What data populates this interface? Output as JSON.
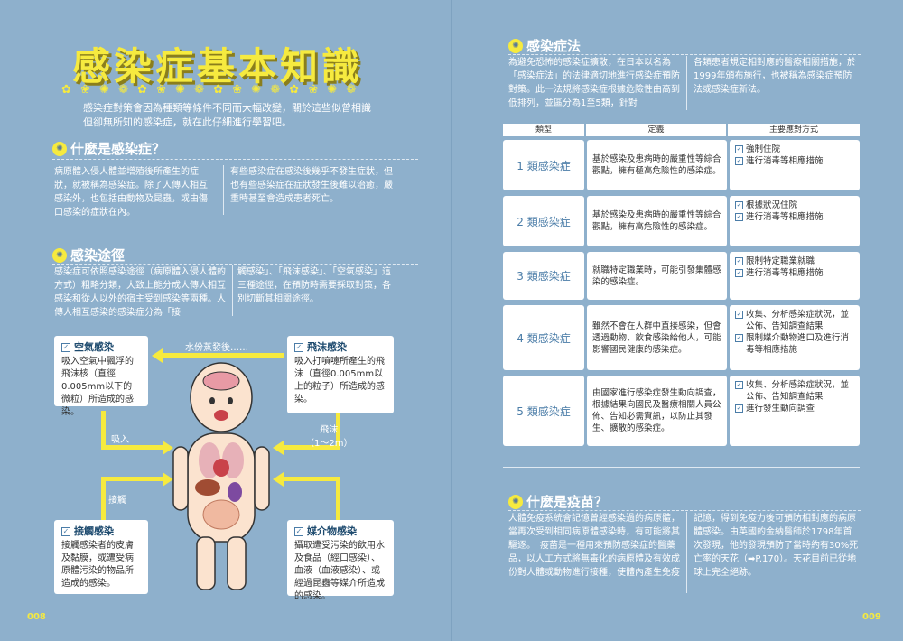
{
  "left": {
    "title": "感染症基本知識",
    "germ_strip": "✿ ❀ ✺ ❁ ✿ ❀ ✺ ❁ ✿ ❀ ✺ ❁ ✿ ❀ ✺ ❁",
    "intro": "感染症對策會因為種類等條件不同而大幅改變，關於這些似曾相識但卻無所知的感染症，就在此仔細進行學習吧。",
    "sec1": {
      "heading": "什麼是感染症？",
      "col1": "病原體入侵人體並增殖後所產生的症狀，就被稱為感染症。除了人傳人相互感染外，也包括由動物及昆蟲，或由傷口感染的症狀在內。",
      "col2": "有些感染症在感染後幾乎不發生症狀，但也有些感染症在症狀發生後難以治癒，嚴重時甚至會造成患者死亡。"
    },
    "sec2": {
      "heading": "感染途徑",
      "col1": "感染症可依照感染途徑（病原體入侵人體的方式）粗略分類，大致上能分成人傳人相互感染和從人以外的宿主受到感染等兩種。人傳人相互感染的感染症分為「接",
      "col2": "觸感染」、「飛沫感染」、「空氣感染」這三種途徑，在預防時需要採取對策，各別切斷其相關途徑。"
    },
    "cards": {
      "air": {
        "title": "空氣感染",
        "body": "吸入空氣中飄浮的飛沫核（直徑0.005mm以下的微粒）所造成的感染。"
      },
      "droplet": {
        "title": "飛沫感染",
        "body": "吸入打噴嚏所產生的飛沫（直徑0.005mm以上的粒子）所造成的感染。"
      },
      "contact": {
        "title": "接觸感染",
        "body": "接觸感染者的皮膚及黏膜，或遭受病原體污染的物品所造成的感染。"
      },
      "vector": {
        "title": "媒介物感染",
        "body": "攝取遭受污染的飲用水及食品（經口感染）、血液（血液感染）、或經過昆蟲等媒介所造成的感染。"
      }
    },
    "arrows": {
      "evaporate": "水份蒸發後……",
      "inhale": "吸入",
      "droplet_dist": "飛沫\n（1～2m）",
      "contact": "接觸"
    },
    "page_num": "008"
  },
  "right": {
    "sec3": {
      "heading": "感染症法",
      "col1": "為避免恐怖的感染症擴散，在日本以名為「感染症法」的法律適切地進行感染症預防對策。此一法規將感染症根據危險性由高到低排列，並區分為1至5類，針對",
      "col2": "各類患者規定相對應的醫療相關措施，於1999年頒布施行，也被稱為感染症預防法或感染症新法。"
    },
    "table": {
      "headers": [
        "類型",
        "定義",
        "主要應對方式"
      ],
      "rows": [
        {
          "cat": "1 類感染症",
          "def": "基於感染及患病時的嚴重性等綜合觀點，擁有極高危險性的感染症。",
          "acts": [
            "強制住院",
            "進行消毒等相應措施"
          ]
        },
        {
          "cat": "2 類感染症",
          "def": "基於感染及患病時的嚴重性等綜合觀點，擁有高危險性的感染症。",
          "acts": [
            "根據狀況住院",
            "進行消毒等相應措施"
          ]
        },
        {
          "cat": "3 類感染症",
          "def": "就職特定職業時，可能引發集體感染的感染症。",
          "acts": [
            "限制特定職業就職",
            "進行消毒等相應措施"
          ]
        },
        {
          "cat": "4 類感染症",
          "def": "雖然不會在人群中直接感染，但會透過動物、飲食感染給他人，可能影響國民健康的感染症。",
          "acts": [
            "收集、分析感染症狀況，並公佈、告知調查結果",
            "限制媒介動物進口及進行消毒等相應措施"
          ]
        },
        {
          "cat": "5 類感染症",
          "def": "由國家進行感染症發生動向調查，根據結果向國民及醫療相關人員公佈、告知必需資訊，以防止其發生、擴散的感染症。",
          "acts": [
            "收集、分析感染症狀況，並公佈、告知調查結果",
            "進行發生動向調查"
          ]
        }
      ]
    },
    "sec4": {
      "heading": "什麼是疫苗？",
      "col1": "人體免疫系統會記憶曾經感染過的病原體，當再次受到相同病原體感染時，有可能將其驅逐。　疫苗是一種用來預防感染症的醫藥品，以人工方式將無毒化的病原體及有效成份對人體或動物進行接種，使體內產生免疫",
      "col2": "記憶，得到免疫力後可預防相對應的病原體感染。由英國的金納醫師於1798年首次發現，他的發現預防了當時約有30%死亡率的天花（➡P.170）。天花目前已從地球上完全絕跡。"
    },
    "page_num": "009"
  },
  "colors": {
    "background": "#8eb0cc",
    "accent": "#f6ea3f",
    "card": "#ffffff",
    "blue_text": "#4b7da8"
  }
}
